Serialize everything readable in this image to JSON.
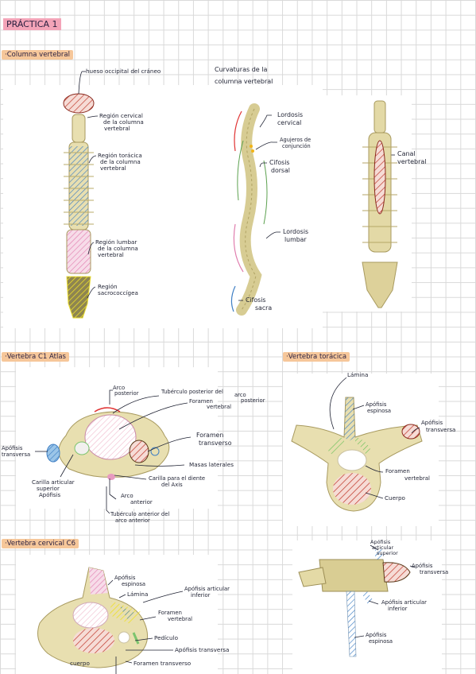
{
  "page_title": "PRÁCTICA 1",
  "sections": {
    "columna": "·Columna vertebral",
    "atlas": "·Vertebra C1 Atlas",
    "toracica": "·Vertebra torácica",
    "cervical": "·Vertebra cervical C6"
  },
  "columna_labels": {
    "hueso": "hueso occipital del cráneo",
    "cervical_1": "Región cervical",
    "cervical_2": "de la columna",
    "cervical_3": "vertebral",
    "toracica_1": "Región torácica",
    "toracica_2": "de la columna",
    "toracica_3": "vertebral",
    "lumbar_1": "Región lumbar",
    "lumbar_2": "de la columna",
    "lumbar_3": "vertebral",
    "sacro_1": "Región",
    "sacro_2": "sacrococcígea"
  },
  "curvaturas": {
    "heading_1": "Curvaturas de la",
    "heading_2": "columna vertebral",
    "lordosis_c_1": "Lordosis",
    "lordosis_c_2": "cervical",
    "agujeros_1": "Agujeros de",
    "agujeros_2": "conjunción",
    "cifosis_d_1": "Cifosis",
    "cifosis_d_2": "dorsal",
    "lordosis_l_1": "Lordosis",
    "lordosis_l_2": "lumbar",
    "cifosis_s_1": "Cifosis",
    "cifosis_s_2": "sacra",
    "canal_1": "Canal",
    "canal_2": "vertebral"
  },
  "atlas_labels": {
    "arco_post_1": "Arco",
    "arco_post_2": "posterior",
    "tuberculo_post_1": "Tubérculo posterior del",
    "tuberculo_post_2": "arco",
    "tuberculo_post_3": "posterior",
    "foramen_vert_1": "Foramen",
    "foramen_vert_2": "vertebral",
    "foramen_trans_1": "Foramen",
    "foramen_trans_2": "transverso",
    "apofisis_trans_1": "Apófisis",
    "apofisis_trans_2": "transversa",
    "masas": "Masas laterales",
    "carilla_1": "Carilla articular",
    "carilla_2": "superior",
    "carilla_3": "Apófisis",
    "carilla_diente_1": "Carilla para el diente",
    "carilla_diente_2": "del Axis",
    "arco_ant_1": "Arco",
    "arco_ant_2": "anterior",
    "tuberculo_ant_1": "Tubérculo anterior del",
    "tuberculo_ant_2": "arco anterior"
  },
  "toracica_labels": {
    "lamina": "Lámina",
    "espinosa_1": "Apófisis",
    "espinosa_2": "espinosa",
    "transversa_1": "Apófisis",
    "transversa_2": "transversa",
    "foramen_1": "Foramen",
    "foramen_2": "vertebral",
    "cuerpo": "Cuerpo"
  },
  "toracica_lateral_labels": {
    "art_sup_1": "Apófisis",
    "art_sup_2": "articular",
    "art_sup_3": "superior",
    "transversa_1": "Apófisis",
    "transversa_2": "transversa",
    "art_inf_1": "Apófisis articular",
    "art_inf_2": "inferior",
    "espinosa_1": "Apófisis",
    "espinosa_2": "espinosa"
  },
  "cervical_labels": {
    "espinosa_1": "Apófisis",
    "espinosa_2": "espinosa",
    "lamina": "Lámina",
    "art_inf_1": "Apófisis articular",
    "art_inf_2": "inferior",
    "foramen_v_1": "Foramen",
    "foramen_v_2": "vertebral",
    "pediculo": "Pedículo",
    "transversa": "Apófisis transversa",
    "foramen_t": "Foramen transverso",
    "cuerpo": "cuerpo"
  },
  "colors": {
    "highlight_title": "#f3a4b8",
    "highlight_section": "#f6c79a",
    "bone": "#e8dfb0",
    "hatch_red": "#b8372c",
    "hatch_blue": "#3f7fc4",
    "hatch_pink": "#e79ac0",
    "hatch_yellow": "#f2e23b",
    "hatch_green": "#7cc46e"
  }
}
